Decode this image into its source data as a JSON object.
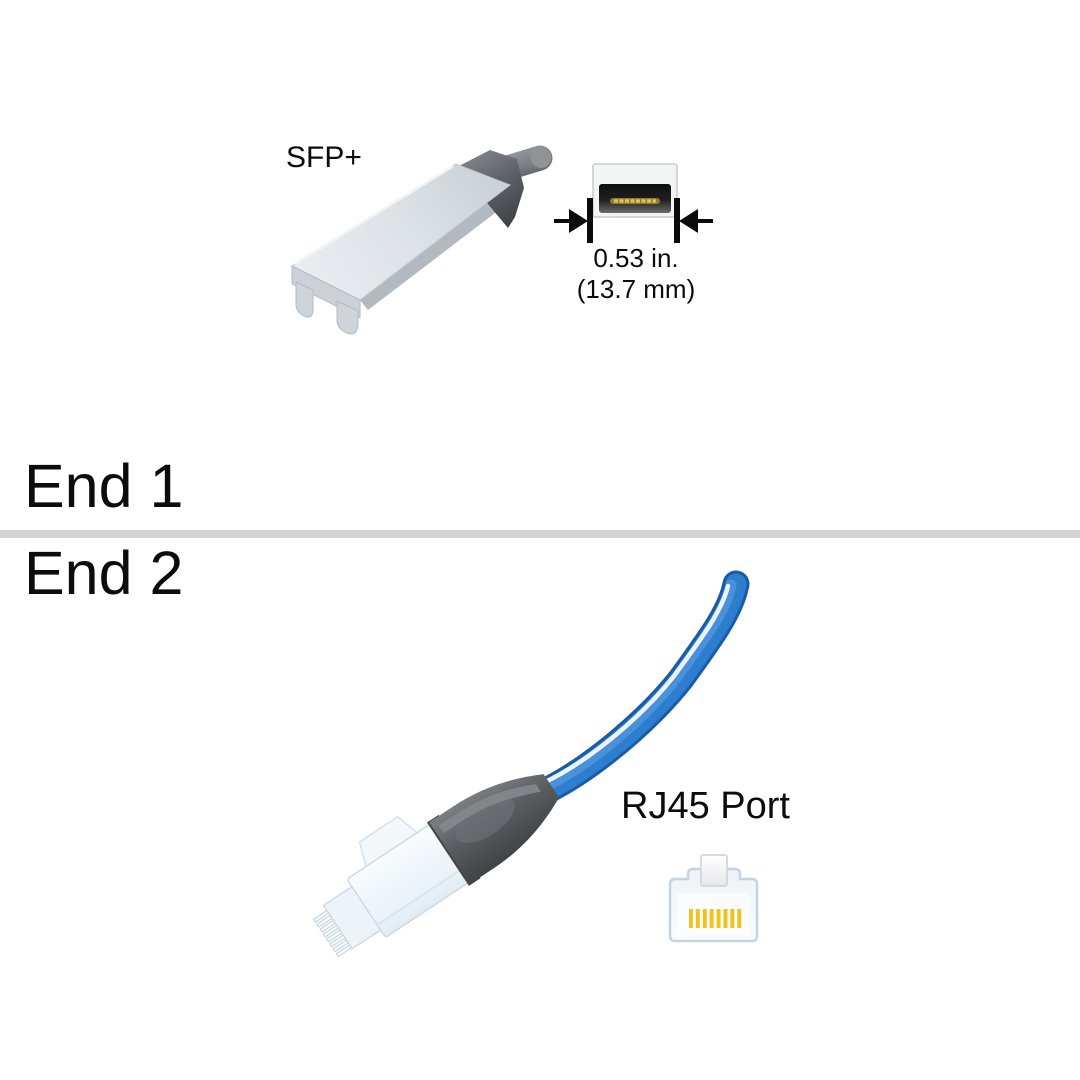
{
  "page": {
    "background_color": "#ffffff",
    "divider_color": "#d3d3d3",
    "text_color": "#0c0c0c"
  },
  "end1": {
    "heading": "End 1",
    "connector_label": "SFP+",
    "measurement_inches": "0.53 in.",
    "measurement_mm": "(13.7 mm)"
  },
  "end2": {
    "heading": "End 2",
    "port_label": "RJ45 Port"
  },
  "icons": {
    "sfp_connector": "sfp-connector-icon",
    "sfp_cross_section": "sfp-cross-section-icon",
    "measurement_arrows": "measurement-arrows-icon",
    "ethernet_cable": "ethernet-cable-icon",
    "rj45_connector": "rj45-connector-icon",
    "rj45_port": "rj45-port-icon"
  },
  "colors": {
    "cable_blue": "#2e7ecf",
    "cable_blue_dark": "#1a5ba8",
    "cable_highlight": "#ecf5fd",
    "connector_metal_gray": "#dde2e6",
    "boot_dark_gray": "#5b5e61",
    "pin_gold": "#f3c01c",
    "port_outline_blue_gray": "#c6d4e2"
  }
}
